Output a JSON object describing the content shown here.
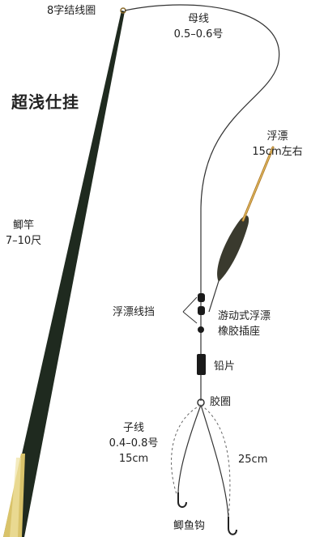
{
  "title": "超浅仕挂",
  "labels": {
    "figure8_knot": "8字结线圈",
    "main_line": [
      "母线",
      "0.5–0.6号"
    ],
    "float": [
      "浮漂",
      "15cm左右"
    ],
    "rod": [
      "鲫竿",
      "7–10尺"
    ],
    "float_stoppers": "浮漂线挡",
    "sliding_float_seat": [
      "游动式浮漂",
      "橡胶插座"
    ],
    "sinker": "铅片",
    "rubber_ring": "胶圈",
    "leader": [
      "子线",
      "0.4–0.8号",
      "15cm"
    ],
    "leader_spacing": "25cm",
    "hook": "鲫鱼钩"
  },
  "colors": {
    "rod_dark": "#1f2a1f",
    "rod_handle": "#d9c36a",
    "float_body": "#3a3a2e",
    "line": "#333333",
    "beads": "#1a1a1a",
    "dashed_guide": "#666666"
  }
}
